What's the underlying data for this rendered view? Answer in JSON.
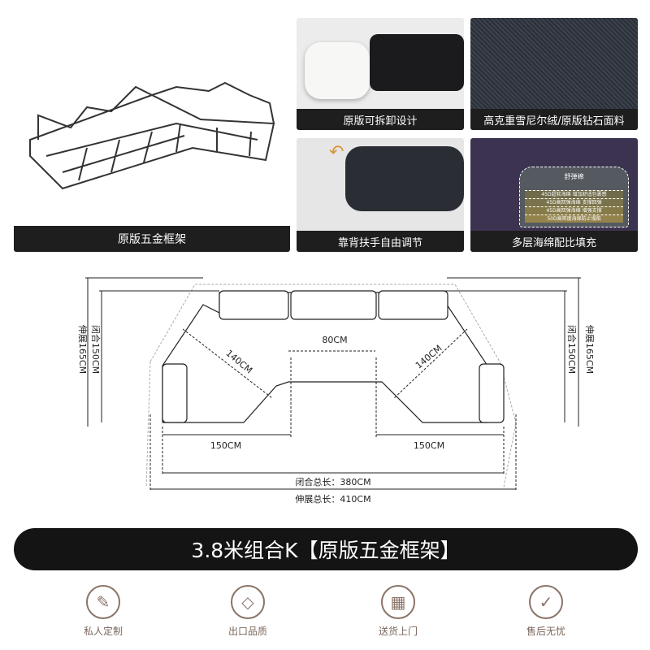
{
  "panels": [
    {
      "caption": "原版五金框架"
    },
    {
      "caption": "原版可拆卸设计"
    },
    {
      "caption": "高克重雪尼尔绒/原版钻石面料"
    },
    {
      "caption": "靠背扶手自由调节"
    },
    {
      "caption": "多层海绵配比填充"
    }
  ],
  "foam_layers": [
    "舒弹棉",
    "45D超软海绵 增加舒适包裹感",
    "45D高回弹海绵 支撑回弹",
    "45D高回弹海绵 增强支撑",
    "50D高密度海绵防止塌陷"
  ],
  "dimensions": {
    "left_extended": "伸展165CM",
    "left_closed": "闭合150CM",
    "right_closed": "闭合150CM",
    "right_extended": "伸展165CM",
    "center": "80CM",
    "diag_left": "140CM",
    "diag_right": "140CM",
    "left_width": "150CM",
    "right_width": "150CM",
    "closed_total": "闭合总长：380CM",
    "extended_total": "伸展总长：410CM"
  },
  "banner": "3.8米组合K【原版五金框架】",
  "features": [
    {
      "icon": "pencil-icon",
      "label": "私人定制"
    },
    {
      "icon": "diamond-icon",
      "label": "出口品质"
    },
    {
      "icon": "delivery-box-icon",
      "label": "送货上门"
    },
    {
      "icon": "shield-check-icon",
      "label": "售后无忧"
    }
  ],
  "colors": {
    "caption_bg": "#1e1e1e",
    "feature": "#8a7468"
  }
}
